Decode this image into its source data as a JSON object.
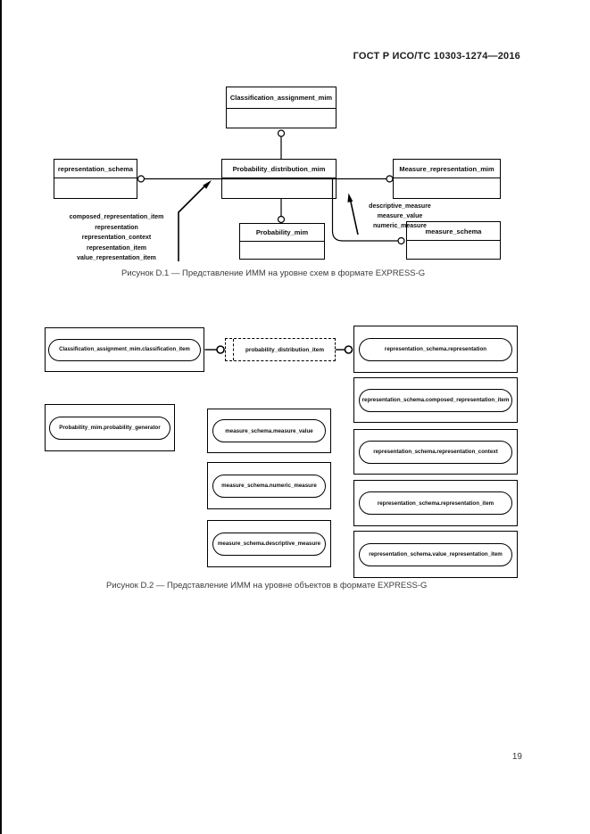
{
  "page": {
    "header": "ГОСТ Р ИСО/ТС 10303-1274—2016",
    "page_number": "19"
  },
  "fig1": {
    "caption": "Рисунок D.1 — Представление ИММ на уровне схем в формате EXPRESS-G",
    "boxes": {
      "classification": "Classification_assignment_mim",
      "representation_schema": "representation_schema",
      "probability_distribution": "Probability_distribution_mim",
      "measure_representation": "Measure_representation_mim",
      "probability": "Probability_mim",
      "measure_schema": "measure_schema"
    },
    "left_labels": [
      "composed_representation_item",
      "representation",
      "representation_context",
      "representation_item",
      "value_representation_item"
    ],
    "right_labels": [
      "descriptive_measure",
      "measure_value",
      "numeric_measure"
    ]
  },
  "fig2": {
    "caption": "Рисунок D.2 — Представление ИММ на уровне объектов в формате EXPRESS-G",
    "nodes": {
      "classification_item": "Classification_assignment_mim.classification_item",
      "probability_distribution_item": "probability_distribution_item",
      "representation": "representation_schema.representation",
      "composed_representation_item": "representation_schema.composed_representation_item",
      "probability_generator": "Probability_mim.probability_generator",
      "measure_value": "measure_schema.measure_value",
      "representation_context": "representation_schema.representation_context",
      "numeric_measure": "measure_schema.numeric_measure",
      "representation_item": "representation_schema.representation_item",
      "descriptive_measure": "measure_schema.descriptive_measure",
      "value_representation_item": "representation_schema.value_representation_item"
    }
  }
}
